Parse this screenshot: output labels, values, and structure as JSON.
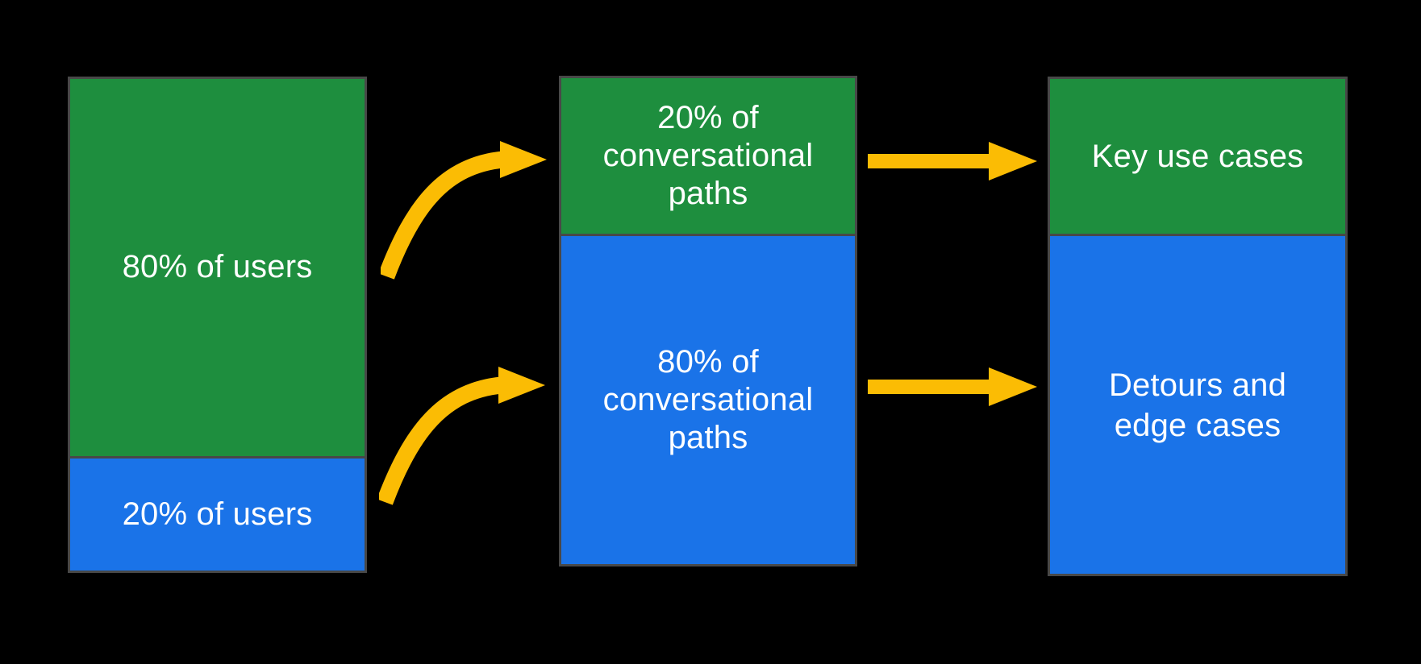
{
  "diagram": {
    "background": "#000000",
    "colors": {
      "segment_green": "#1e8e3e",
      "segment_blue": "#1a73e8",
      "arrow_yellow": "#fbbc04",
      "bar_border_gray": "#484848",
      "label_white": "#ffffff"
    },
    "bars": [
      {
        "name": "users",
        "segments": [
          {
            "label": "80% of users",
            "value_pct": 80,
            "color_key": "segment_green"
          },
          {
            "label": "20% of users",
            "value_pct": 20,
            "color_key": "segment_blue"
          }
        ]
      },
      {
        "name": "conversational-paths",
        "segments": [
          {
            "label": "20% of\nconversational\npaths",
            "value_pct": 20,
            "color_key": "segment_green"
          },
          {
            "label": "80% of\nconversational\npaths",
            "value_pct": 80,
            "color_key": "segment_blue"
          }
        ]
      },
      {
        "name": "outcomes",
        "segments": [
          {
            "label": "Key use cases",
            "color_key": "segment_green"
          },
          {
            "label": "Detours and\nedge cases",
            "color_key": "segment_blue"
          }
        ]
      }
    ],
    "arrows": [
      {
        "name": "users-80-to-conversational-20",
        "type": "curved",
        "color_key": "arrow_yellow"
      },
      {
        "name": "users-20-to-conversational-80",
        "type": "curved",
        "color_key": "arrow_yellow"
      },
      {
        "name": "conversational-20-to-key-use-cases",
        "type": "straight",
        "color_key": "arrow_yellow"
      },
      {
        "name": "conversational-80-to-detours",
        "type": "straight",
        "color_key": "arrow_yellow"
      }
    ]
  }
}
